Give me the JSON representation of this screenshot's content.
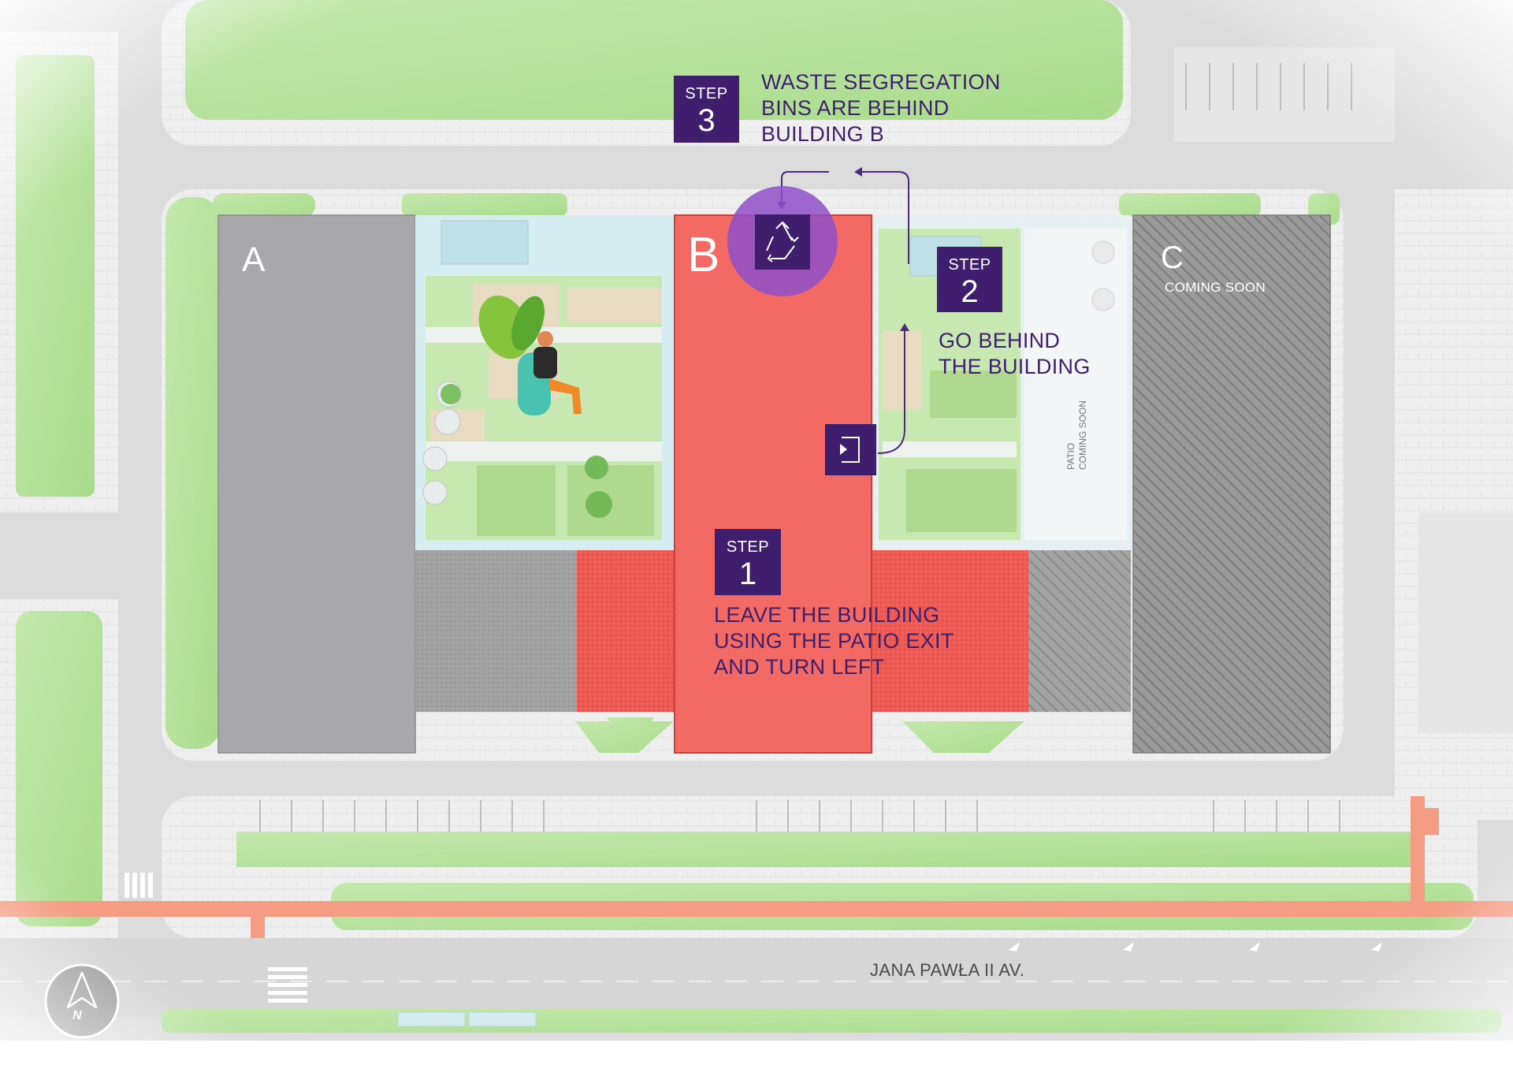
{
  "buildings": {
    "a": {
      "letter": "A"
    },
    "b": {
      "letter": "B"
    },
    "c": {
      "letter": "C",
      "status": "COMING SOON"
    }
  },
  "steps": [
    {
      "word": "STEP",
      "number": "1",
      "lines": [
        "LEAVE THE BUILDING",
        "USING THE PATIO EXIT",
        "AND TURN LEFT"
      ]
    },
    {
      "word": "STEP",
      "number": "2",
      "lines": [
        "GO BEHIND",
        "THE BUILDING"
      ]
    },
    {
      "word": "STEP",
      "number": "3",
      "lines": [
        "WASTE SEGREGATION",
        "BINS ARE BEHIND",
        "BUILDING B"
      ]
    }
  ],
  "patio_label": [
    "PATIO",
    "COMING SOON"
  ],
  "street_name": "JANA PAWŁA II AV.",
  "compass": {
    "label": "N"
  },
  "icons": {
    "recycle": "recycle-icon",
    "exit": "exit-door-icon",
    "compass": "north-arrow-icon"
  },
  "colors": {
    "building_b": "#f26a63",
    "step_box": "#3f1e6e",
    "recycle_highlight": "#8e4fc8",
    "building_gray": "#a8a8aa",
    "building_c_hatch": "#8f8f8f",
    "grass": "#b9e3a0",
    "road": "#d8d8d8",
    "path": "#f49c84"
  }
}
